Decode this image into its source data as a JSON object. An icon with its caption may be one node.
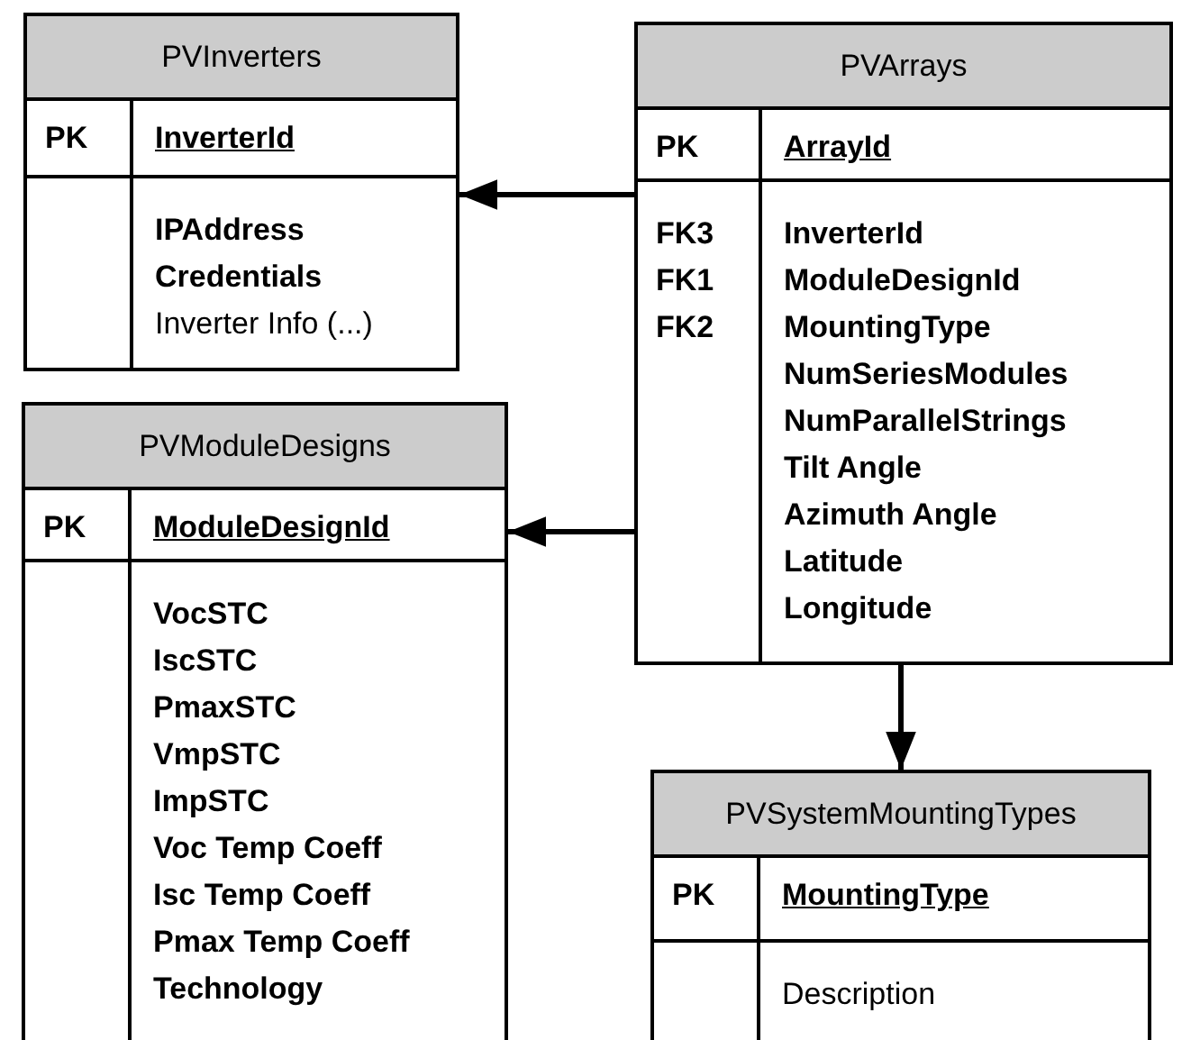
{
  "diagram": {
    "nodes": [
      {
        "text": [
          "PVInverters"
        ]
      },
      {
        "text": [
          "PK"
        ],
        "in": 0
      },
      {
        "text": [
          "InverterId"
        ],
        "in": 0
      },
      {
        "text": [],
        "shape": "box",
        "in": 0
      },
      {
        "text": [
          "IPAddress",
          "Credentials",
          "Inverter Info (...)"
        ],
        "in": 0
      },
      {
        "text": [
          "PVArrays"
        ]
      },
      {
        "text": [
          "PK"
        ],
        "in": 5
      },
      {
        "text": [
          "ArrayId"
        ],
        "in": 5
      },
      {
        "text": [
          "FK3",
          "FK1",
          "FK2"
        ],
        "in": 5
      },
      {
        "text": [
          "InverterId",
          "ModuleDesignId",
          "MountingType",
          "NumSeriesModules",
          "NumParallelStrings",
          "Tilt Angle",
          "Azimuth Angle",
          "Latitude",
          "Longitude"
        ],
        "in": 5
      },
      {
        "text": [
          "PVModuleDesigns"
        ]
      },
      {
        "text": [
          "PK"
        ],
        "in": 10
      },
      {
        "text": [
          "ModuleDesignId"
        ],
        "in": 10
      },
      {
        "text": [],
        "shape": "box",
        "in": 10
      },
      {
        "text": [
          "VocSTC",
          "IscSTC",
          "PmaxSTC",
          "VmpSTC",
          "ImpSTC",
          "Voc Temp Coeff",
          "Isc Temp Coeff",
          "Pmax Temp Coeff",
          "Technology"
        ],
        "in": 10
      },
      {
        "text": [
          "PVSystemMountingTypes"
        ]
      },
      {
        "text": [
          "PK"
        ],
        "in": 15
      },
      {
        "text": [
          "MountingType"
        ],
        "in": 15
      },
      {
        "text": [],
        "shape": "box",
        "in": 15
      },
      {
        "text": [
          "Description"
        ],
        "in": 15
      }
    ],
    "edges": [
      {
        "from": 5,
        "to": 0,
        "arrow": "to"
      },
      {
        "from": 5,
        "to": 10,
        "arrow": "to"
      },
      {
        "from": 5,
        "to": 15,
        "arrow": "to"
      }
    ]
  }
}
